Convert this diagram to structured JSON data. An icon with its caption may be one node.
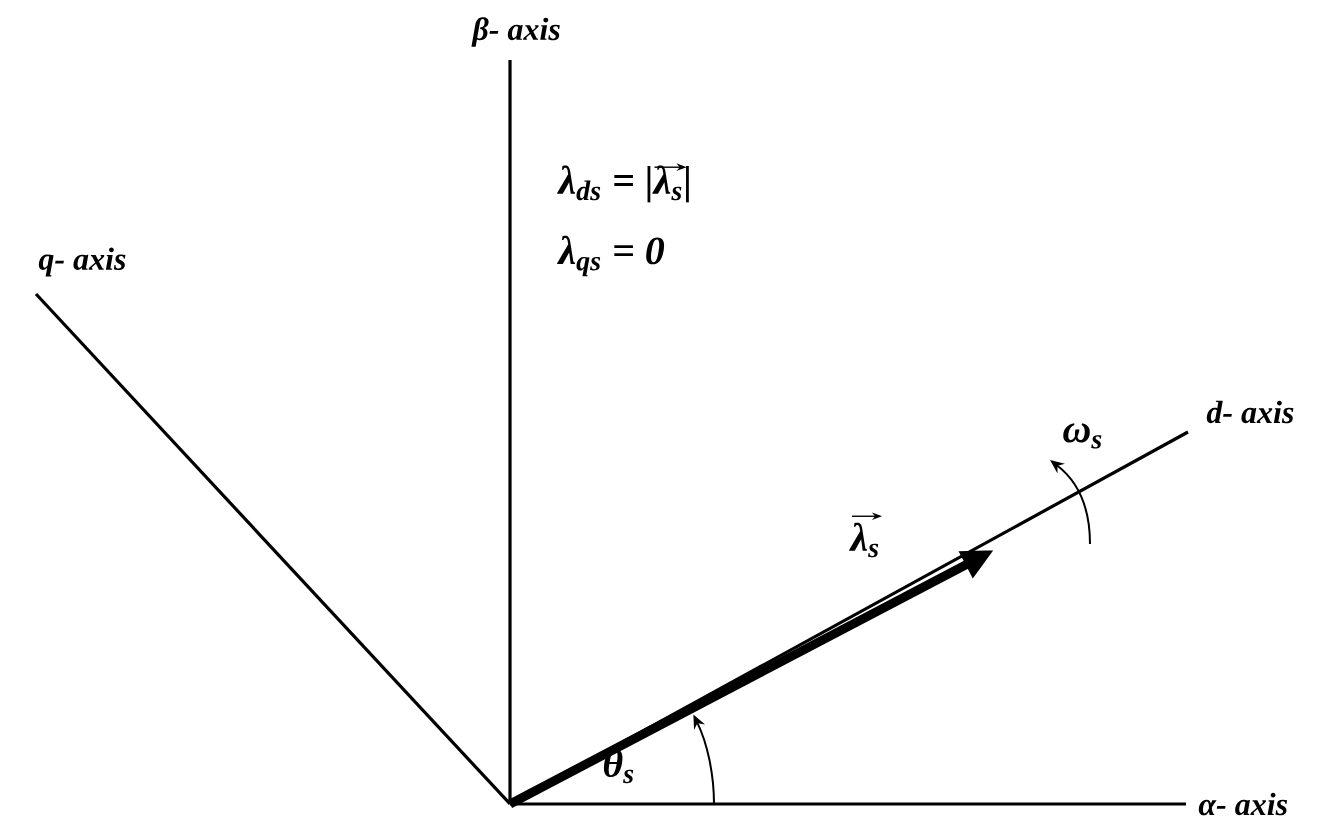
{
  "diagram": {
    "labels": [
      "β- axis",
      "q- axis",
      "λ$_{ds}$ = |λ$_{s}$|",
      "λ$_{qs}$ = 0",
      "d- axis",
      "ω$_{s}$",
      "λ$_{s}$",
      "θ$_{s}$",
      "α- axis"
    ]
  }
}
